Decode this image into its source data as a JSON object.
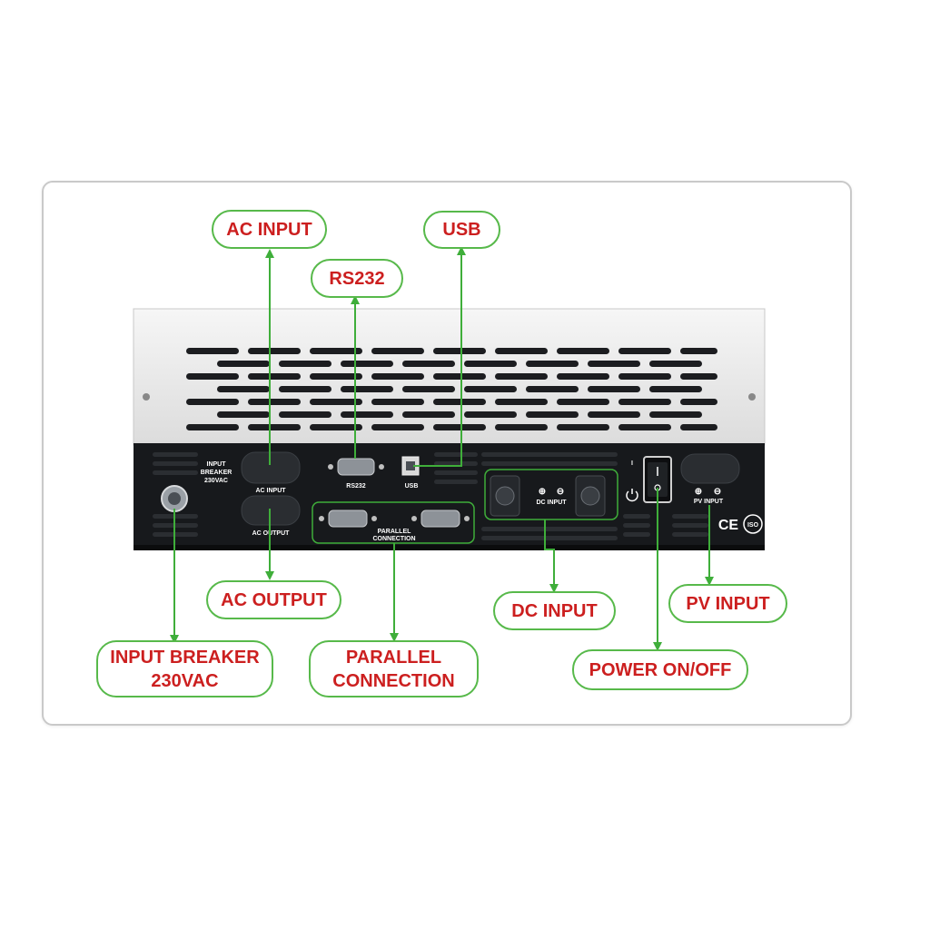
{
  "callouts": {
    "ac_input": "AC INPUT",
    "rs232": "RS232",
    "usb": "USB",
    "ac_output": "AC OUTPUT",
    "input_breaker": "INPUT BREAKER\n230VAC",
    "parallel_connection": "PARALLEL\nCONNECTION",
    "dc_input": "DC INPUT",
    "pv_input": "PV INPUT",
    "power_on_off": "POWER ON/OFF"
  },
  "panel_labels": {
    "input_breaker_line1": "INPUT",
    "input_breaker_line2": "BREAKER",
    "input_breaker_line3": "230VAC",
    "ac_input": "AC INPUT",
    "ac_output": "AC OUTPUT",
    "rs232": "RS232",
    "usb": "USB",
    "parallel_line1": "PARALLEL",
    "parallel_line2": "CONNECTION",
    "dc_input": "DC INPUT",
    "pv_input": "PV INPUT",
    "switch_on_mark": "I",
    "plus": "⊕",
    "minus": "⊖",
    "ce_mark": "CE",
    "iso_mark": "ISO"
  },
  "colors": {
    "callout_text": "#cc1f1f",
    "callout_border": "#57b94a",
    "connector": "#3fae3a",
    "panel": "#17191c"
  }
}
